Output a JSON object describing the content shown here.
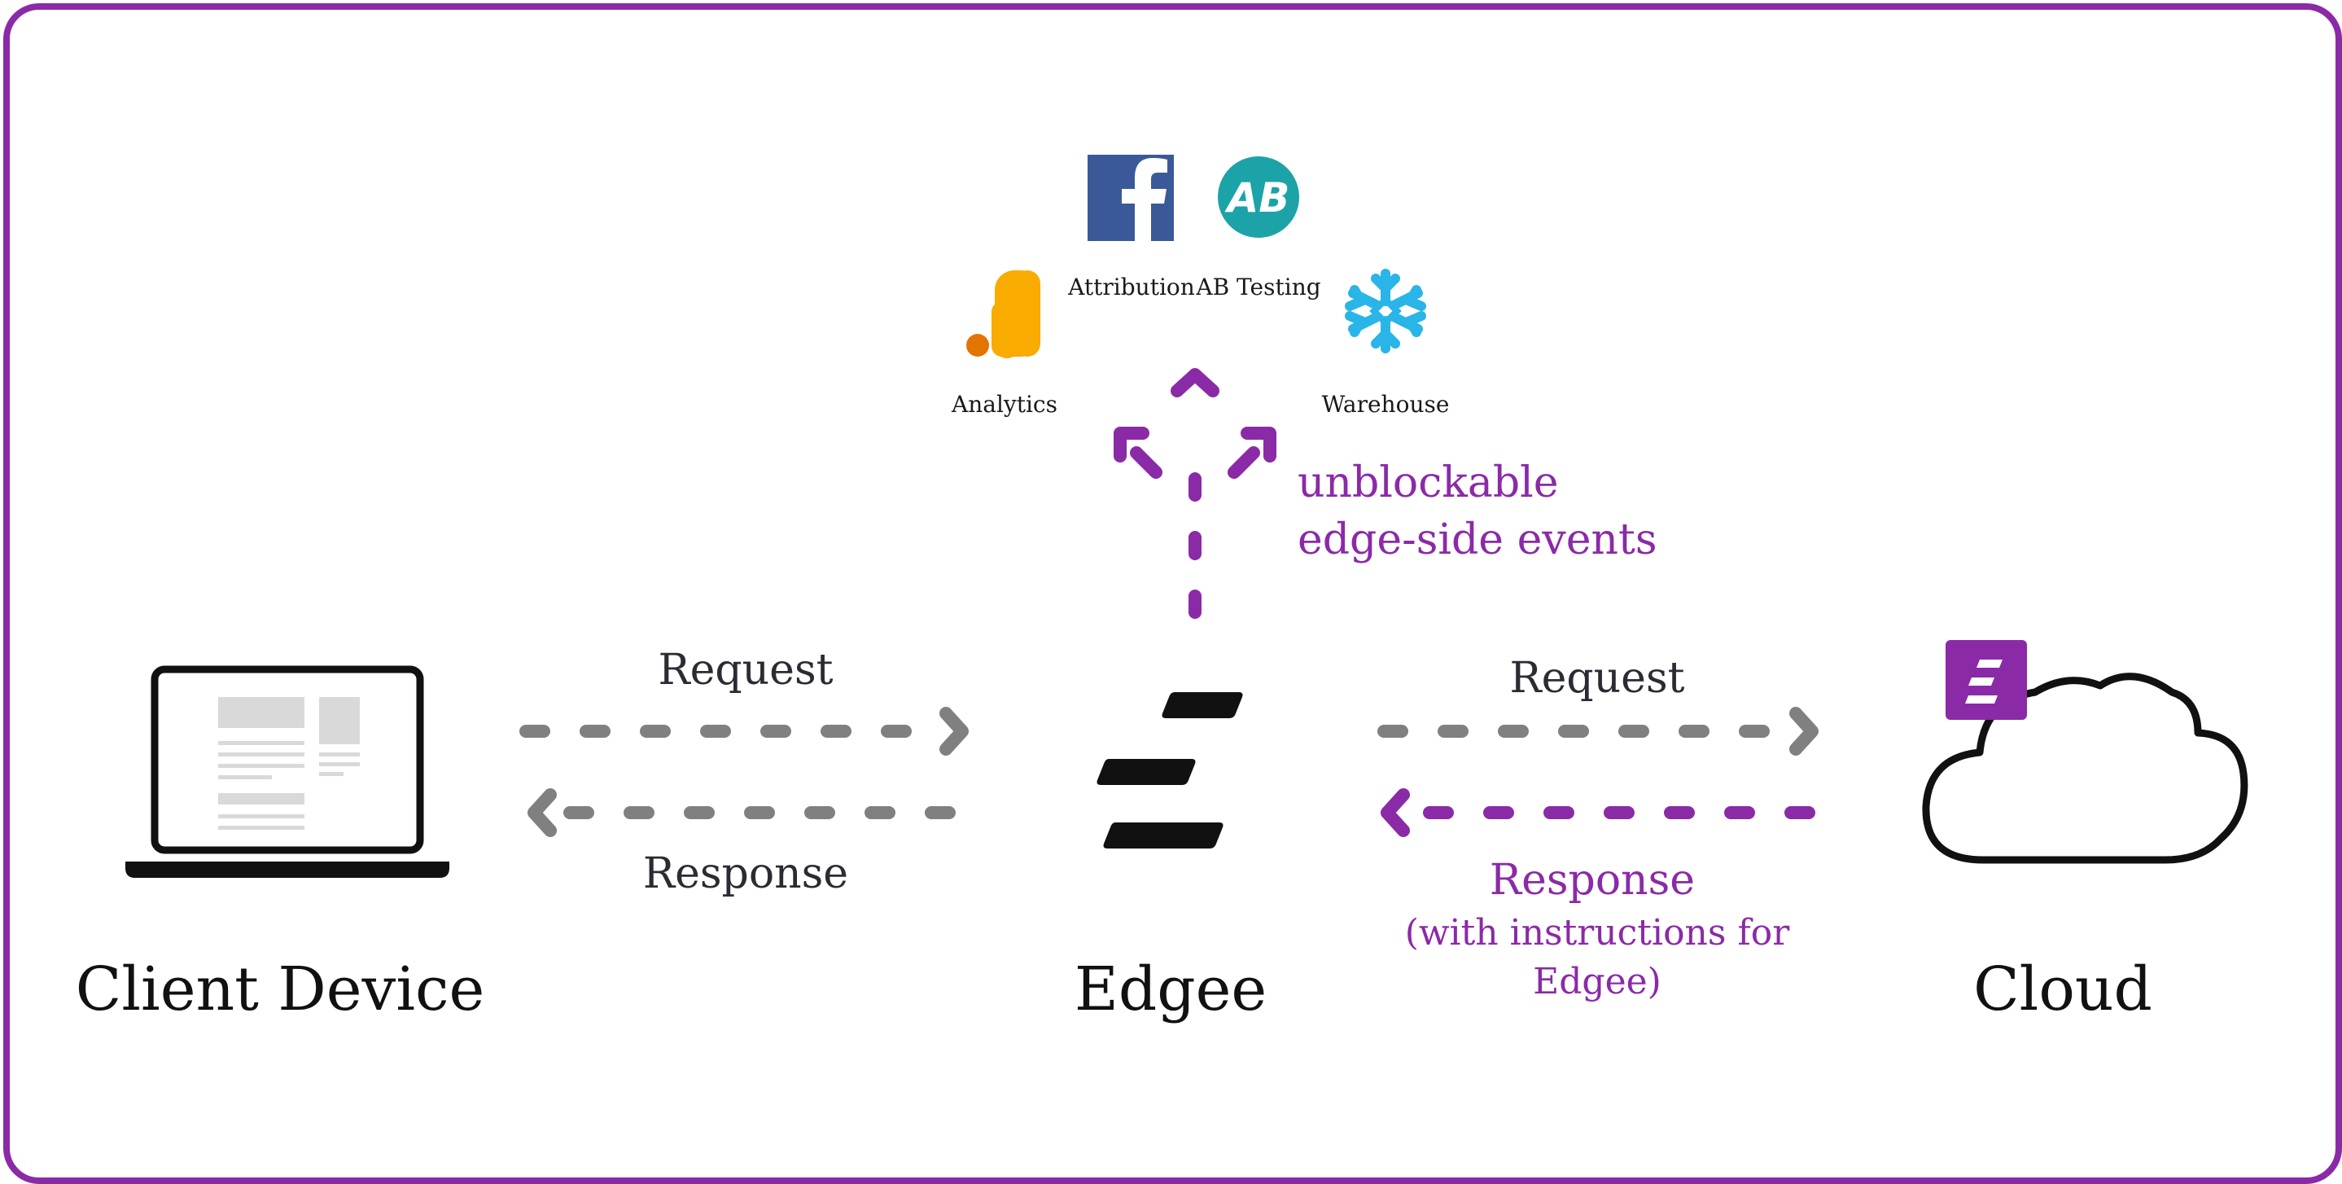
{
  "nodes": {
    "client": "Client Device",
    "edgee": "Edgee",
    "cloud": "Cloud"
  },
  "left_arrows": {
    "request": "Request",
    "response": "Response"
  },
  "right_arrows": {
    "request": "Request",
    "response": "Response",
    "response_note_line1": "(with instructions for",
    "response_note_line2": "Edgee)"
  },
  "edge_events": {
    "line1": "unblockable",
    "line2": "edge-side events"
  },
  "destinations": [
    {
      "label": "Analytics",
      "icon": "google-analytics-icon"
    },
    {
      "label": "Attribution",
      "icon": "facebook-icon"
    },
    {
      "label": "AB Testing",
      "icon": "ab-testing-icon"
    },
    {
      "label": "Warehouse",
      "icon": "snowflake-icon"
    }
  ],
  "colors": {
    "purple": "#8b2aa7",
    "gray_arrow": "#808080",
    "facebook": "#3b5998",
    "ab_teal": "#1ba3a8",
    "analytics_orange": "#f9ab00",
    "analytics_dark_orange": "#e37400",
    "snowflake": "#29b5e8"
  }
}
